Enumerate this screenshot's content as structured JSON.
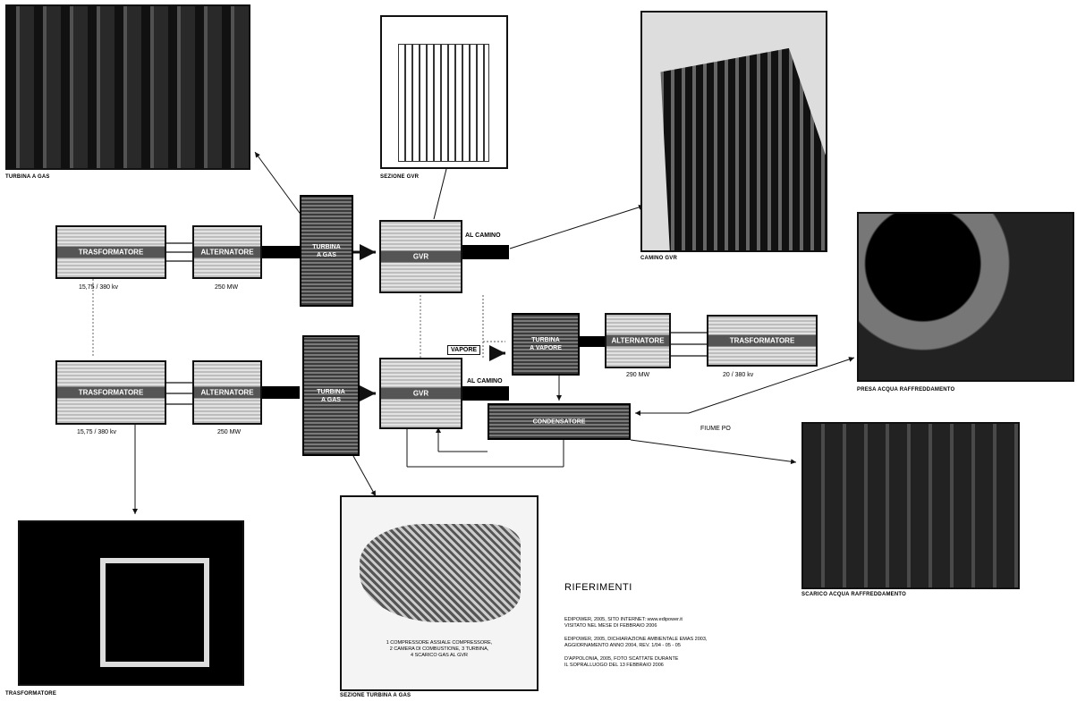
{
  "photos": {
    "turbina_gas": {
      "caption": "TURBINA A GAS"
    },
    "sezione_gvr": {
      "caption": "SEZIONE GVR"
    },
    "camino_gvr": {
      "caption": "CAMINO GVR"
    },
    "presa_acqua": {
      "caption": "PRESA ACQUA RAFFREDDAMENTO"
    },
    "scarico_acqua": {
      "caption": "SCARICO ACQUA RAFFREDDAMENTO"
    },
    "trasformatore": {
      "caption": "TRASFORMATORE"
    },
    "sezione_turbina": {
      "caption": "SEZIONE TURBINA A GAS",
      "note": "1 COMPRESSORE ASSIALE COMPRESSORE,\n2 CAMERA DI COMBUSTIONE, 3 TURBINA,\n4 SCARICO GAS AL GVR"
    }
  },
  "diagram": {
    "row1": {
      "trasformatore": "TRASFORMATORE",
      "alternatore": "ALTERNATORE",
      "turbina": "TURBINA\nA GAS",
      "gvr": "GVR",
      "al_camino": "AL CAMINO",
      "voltage": "15,75 / 380 kv",
      "power": "250 MW"
    },
    "row2": {
      "trasformatore": "TRASFORMATORE",
      "alternatore": "ALTERNATORE",
      "turbina": "TURBINA\nA GAS",
      "gvr": "GVR",
      "al_camino": "AL CAMINO",
      "voltage": "15,75 / 380 kv",
      "power": "250 MW"
    },
    "steam": {
      "vapore": "VAPORE",
      "turbina": "TURBINA\nA VAPORE",
      "alternatore": "ALTERNATORE",
      "trasformatore": "TRASFORMATORE",
      "power": "290 MW",
      "voltage": "20 / 380 kv"
    },
    "condensatore": "CONDENSATORE",
    "fiume": "FIUME PO"
  },
  "riferimenti": {
    "title": "RIFERIMENTI",
    "items": [
      "EDIPOWER, 2005, SITO INTERNET: www.edipower.it\nVISITATO NEL MESE DI FEBBRAIO 2006",
      "EDIPOWER, 2005, DICHIARAZIONE AMBIENTALE EMAS 2003,\nAGGIORNAMENTO ANNO 2004, REV. 1/04 - 05 - 05",
      "D'APPOLONIA, 2005, FOTO SCATTATE DURANTE\nIL SOPRALLUOGO DEL 13 FEBBRAIO 2006"
    ]
  }
}
